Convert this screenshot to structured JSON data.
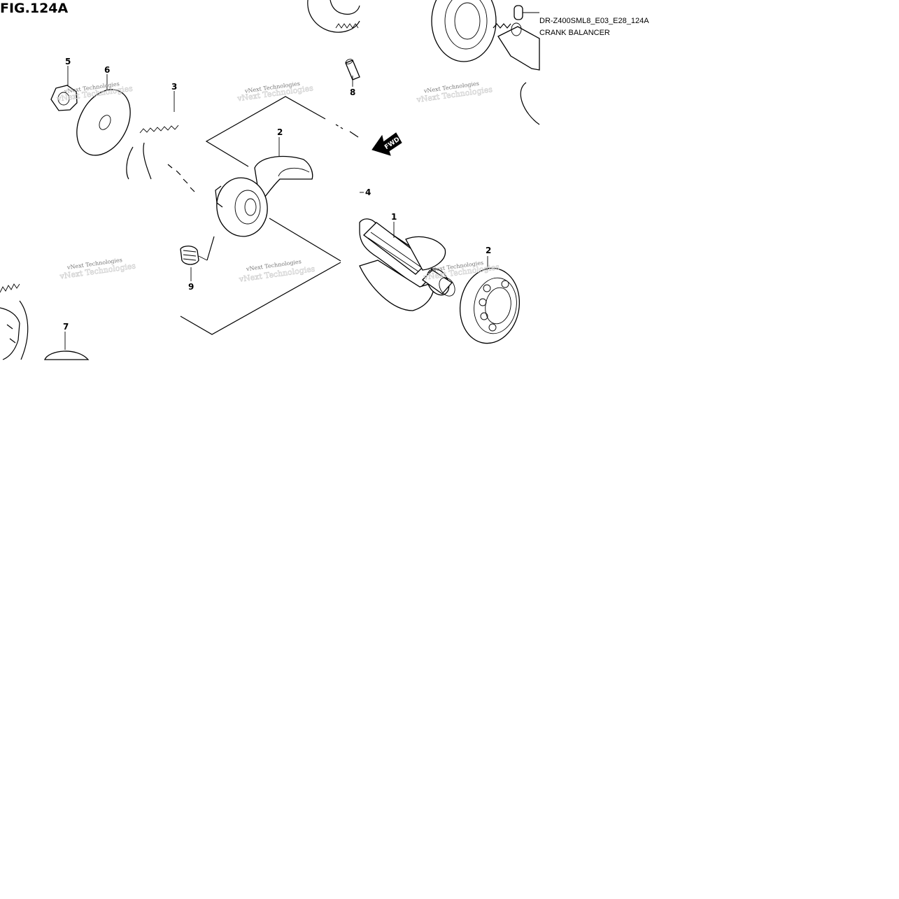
{
  "figure": {
    "title": "FIG.124A",
    "code": "DR-Z400SML8_E03_E28_124A",
    "section": "CRANK BALANCER"
  },
  "callouts": [
    "1",
    "2",
    "2",
    "3",
    "4",
    "5",
    "6",
    "7",
    "8",
    "9"
  ],
  "direction_arrow": "FWD",
  "watermark": "vNext Technologies",
  "watermark_ghost": "vNext Technologies"
}
